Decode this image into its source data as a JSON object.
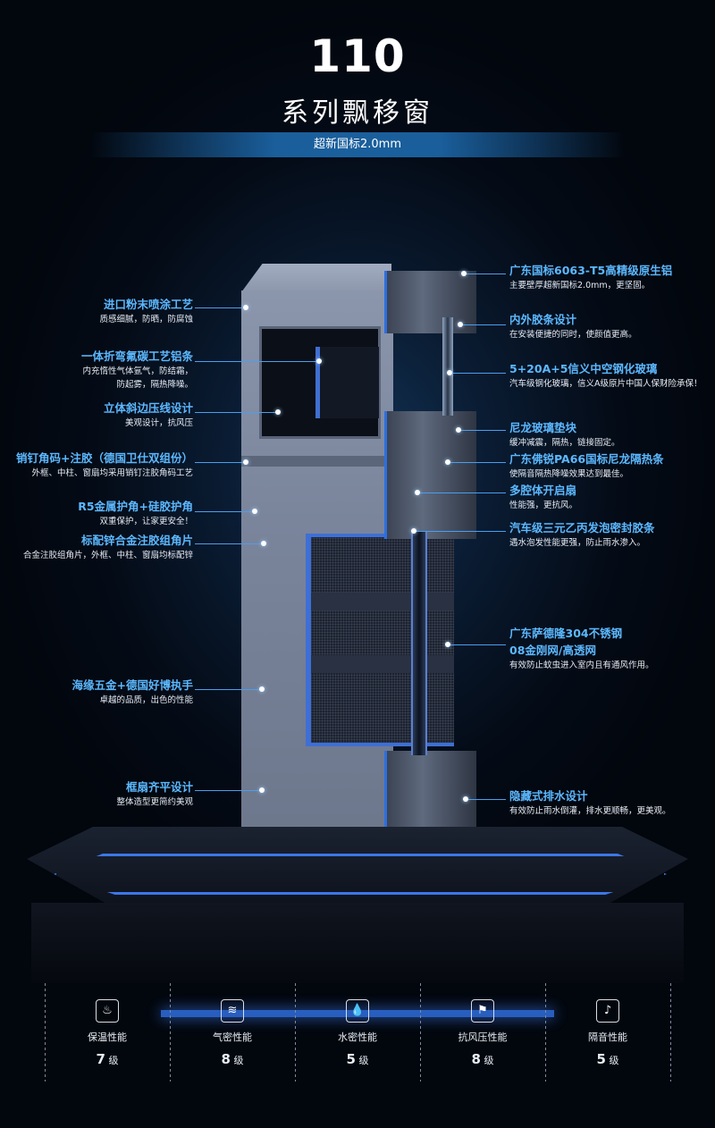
{
  "header": {
    "title_number": "110",
    "title_text": "系列飘移窗",
    "subtitle": "超新国标2.0mm"
  },
  "callouts_left": [
    {
      "title": "进口粉末喷涂工艺",
      "desc": [
        "质感细腻，防晒，防腐蚀"
      ]
    },
    {
      "title": "一体折弯氟碳工艺铝条",
      "desc": [
        "内充惰性气体氩气，防结霜，",
        "防起雾，隔热降噪。"
      ]
    },
    {
      "title": "立体斜边压线设计",
      "desc": [
        "美观设计，抗风压"
      ]
    },
    {
      "title": "销钉角码+注胶（德国卫仕双组份）",
      "desc": [
        "外框、中柱、窗扇均采用销钉注胶角码工艺"
      ]
    },
    {
      "title": "R5金属护角+硅胶护角",
      "desc": [
        "双重保护，让家更安全！"
      ]
    },
    {
      "title": "标配锌合金注胶组角片",
      "desc": [
        "合金注胶组角片，外框、中柱、窗扇均标配锌"
      ]
    },
    {
      "title": "海缘五金+德国好博执手",
      "desc": [
        "卓越的品质，出色的性能"
      ]
    },
    {
      "title": "框扇齐平设计",
      "desc": [
        "整体造型更简约美观"
      ]
    }
  ],
  "callouts_right": [
    {
      "title": "广东国标6063-T5高精级原生铝",
      "desc": [
        "主要壁厚超新国标2.0mm，更坚固。"
      ]
    },
    {
      "title": "内外胶条设计",
      "desc": [
        "在安装便捷的同时，使颜值更高。"
      ]
    },
    {
      "title": "5+20A+5信义中空钢化玻璃",
      "desc": [
        "汽车级钢化玻璃，信义A级原片中国人保财险承保！"
      ]
    },
    {
      "title": "尼龙玻璃垫块",
      "desc": [
        "缓冲减震，隔热，链接固定。"
      ]
    },
    {
      "title": "广东佛锐PA66国标尼龙隔热条",
      "desc": [
        "使隔音隔热降噪效果达到最佳。"
      ]
    },
    {
      "title": "多腔体开启扇",
      "desc": [
        "性能强，更抗风。"
      ]
    },
    {
      "title": "汽车级三元乙丙发泡密封胶条",
      "desc": [
        "遇水泡发性能更强，防止雨水渗入。"
      ]
    },
    {
      "title": "广东萨德隆304不锈钢",
      "title2": "08金刚网/高透网",
      "desc": [
        "有效防止蚊虫进入室内且有通风作用。"
      ]
    },
    {
      "title": "隐藏式排水设计",
      "desc": [
        "有效防止雨水倒灌，排水更顺畅，更美观。"
      ]
    }
  ],
  "performance": [
    {
      "icon": "thermometer-icon",
      "glyph": "♨",
      "label": "保温性能",
      "value": "7",
      "unit": "级"
    },
    {
      "icon": "air-tight-icon",
      "glyph": "≋",
      "label": "气密性能",
      "value": "8",
      "unit": "级"
    },
    {
      "icon": "water-drop-icon",
      "glyph": "💧",
      "label": "水密性能",
      "value": "5",
      "unit": "级"
    },
    {
      "icon": "wind-sock-icon",
      "glyph": "⚑",
      "label": "抗风压性能",
      "value": "8",
      "unit": "级"
    },
    {
      "icon": "sound-insulation-icon",
      "glyph": "♪",
      "label": "隔音性能",
      "value": "5",
      "unit": "级"
    }
  ],
  "colors": {
    "accent": "#5cb8ff",
    "glow": "#2f6ee0",
    "background": "#02060d"
  }
}
